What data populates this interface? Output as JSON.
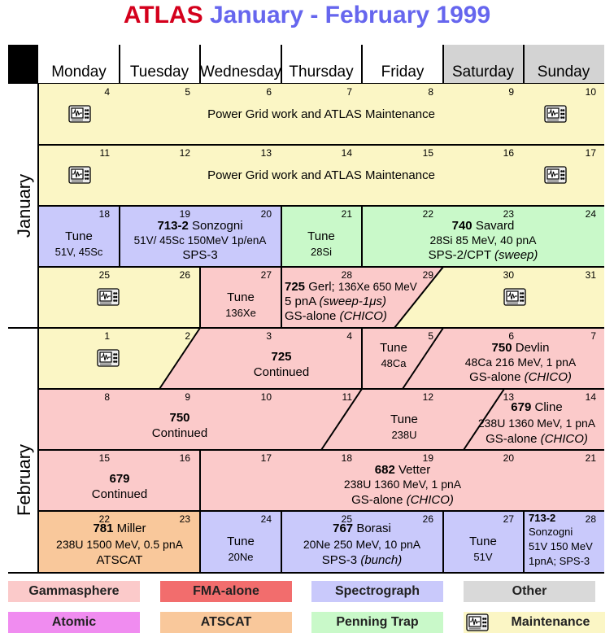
{
  "title": {
    "facility": "ATLAS",
    "period": "January - February 1999"
  },
  "days": [
    "Monday",
    "Tuesday",
    "Wednesday",
    "Thursday",
    "Friday",
    "Saturday",
    "Sunday"
  ],
  "months": [
    "January",
    "February"
  ],
  "colors": {
    "gammasphere": "#fbcaca",
    "fma_alone": "#f26d6d",
    "spectrograph": "#c9c9fb",
    "other": "#d9d9d9",
    "atomic": "#f08cf0",
    "atscat": "#f9c89b",
    "penning_trap": "#c9f9c9",
    "maintenance": "#fbf6c5"
  },
  "dates": [
    "4",
    "5",
    "6",
    "7",
    "8",
    "9",
    "10",
    "11",
    "12",
    "13",
    "14",
    "15",
    "16",
    "17",
    "18",
    "19",
    "20",
    "21",
    "22",
    "23",
    "24",
    "25",
    "26",
    "27",
    "28",
    "29",
    "30",
    "31",
    "1",
    "2",
    "3",
    "4",
    "5",
    "6",
    "7",
    "8",
    "9",
    "10",
    "11",
    "12",
    "13",
    "14",
    "15",
    "16",
    "17",
    "18",
    "19",
    "20",
    "21",
    "22",
    "23",
    "24",
    "25",
    "26",
    "27",
    "28"
  ],
  "events": {
    "w1_main": "Power Grid work and ATLAS Maintenance",
    "w2_main": "Power Grid work and ATLAS Maintenance",
    "w3_tune_a": "Tune",
    "w3_tune_a_beam": "51V, 45Sc",
    "w3_713_id": "713-2",
    "w3_713_pi": "Sonzogni",
    "w3_713_beam": "51V/ 45Sc 150MeV 1p/enA",
    "w3_713_sys": "SPS-3",
    "w3_tune_b": "Tune",
    "w3_tune_b_beam": "28Si",
    "w3_740_id": "740",
    "w3_740_pi": "Savard",
    "w3_740_beam": "28Si 85 MeV, 40 pnA",
    "w3_740_sys": "SPS-2/CPT",
    "w3_740_mode": "(sweep)",
    "w4_tune": "Tune",
    "w4_tune_beam": "136Xe",
    "w4_725_id": "725",
    "w4_725_pi": "Gerl;",
    "w4_725_beam": "136Xe 650 MeV",
    "w4_725_current": "5 pnA",
    "w4_725_mode": "(sweep-1μs)",
    "w4_725_sys": "GS-alone",
    "w4_725_det": "(CHICO)",
    "f1_725_id": "725",
    "f1_725_text": "Continued",
    "f1_tune": "Tune",
    "f1_tune_beam": "48Ca",
    "f1_750_id": "750",
    "f1_750_pi": "Devlin",
    "f1_750_beam": "48Ca 216 MeV, 1 pnA",
    "f1_750_sys": "GS-alone",
    "f1_750_det": "(CHICO)",
    "f2_750_id": "750",
    "f2_750_text": "Continued",
    "f2_tune": "Tune",
    "f2_tune_beam": "238U",
    "f2_679_id": "679",
    "f2_679_pi": "Cline",
    "f2_679_beam": "238U 1360 MeV, 1 pnA",
    "f2_679_sys": "GS-alone",
    "f2_679_det": "(CHICO)",
    "f3_679_id": "679",
    "f3_679_text": "Continued",
    "f3_682_id": "682",
    "f3_682_pi": "Vetter",
    "f3_682_beam": "238U 1360 MeV, 1 pnA",
    "f3_682_sys": "GS-alone",
    "f3_682_det": "(CHICO)",
    "f4_781_id": "781",
    "f4_781_pi": "Miller",
    "f4_781_beam": "238U 1500 MeV, 0.5 pnA",
    "f4_781_sys": "ATSCAT",
    "f4_tune_a": "Tune",
    "f4_tune_a_beam": "20Ne",
    "f4_767_id": "767",
    "f4_767_pi": "Borasi",
    "f4_767_beam": "20Ne 250 MeV, 10 pnA",
    "f4_767_sys": "SPS-3",
    "f4_767_mode": "(bunch)",
    "f4_tune_b": "Tune",
    "f4_tune_b_beam": "51V",
    "f4_713_id": "713-2",
    "f4_713_pi": "Sonzogni",
    "f4_713_beam": "51V 150 MeV",
    "f4_713_sys": "1pnA; SPS-3"
  },
  "maintenance_icon": "oscilloscope-maintenance-icon",
  "legend": [
    {
      "label": "Gammasphere",
      "color_key": "gammasphere"
    },
    {
      "label": "FMA-alone",
      "color_key": "fma_alone"
    },
    {
      "label": "Spectrograph",
      "color_key": "spectrograph"
    },
    {
      "label": "Other",
      "color_key": "other"
    },
    {
      "label": "Atomic",
      "color_key": "atomic"
    },
    {
      "label": "ATSCAT",
      "color_key": "atscat"
    },
    {
      "label": "Penning Trap",
      "color_key": "penning_trap"
    },
    {
      "label": "Maintenance",
      "color_key": "maintenance"
    }
  ]
}
